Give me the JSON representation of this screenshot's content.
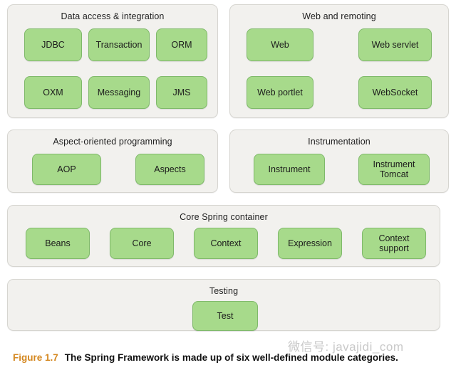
{
  "figure": {
    "caption_label": "Figure 1.7",
    "caption_text": "The Spring Framework is made up of six well-defined module categories.",
    "watermark": "微信号: javajidi_com",
    "colors": {
      "panel_background": "#f2f1ee",
      "panel_border": "#d6d5d0",
      "module_background": "#a7da8b",
      "module_border": "#7fb96a",
      "caption_label": "#d4871f",
      "caption_text": "#111111",
      "watermark": "#c9c9c9",
      "page_background": "#ffffff"
    }
  },
  "panels": [
    {
      "id": "data-access",
      "title": "Data access & integration",
      "modules": [
        {
          "label": "JDBC"
        },
        {
          "label": "Transaction"
        },
        {
          "label": "ORM"
        },
        {
          "label": "OXM"
        },
        {
          "label": "Messaging"
        },
        {
          "label": "JMS"
        }
      ]
    },
    {
      "id": "web-remoting",
      "title": "Web and remoting",
      "modules": [
        {
          "label": "Web"
        },
        {
          "label": "Web servlet"
        },
        {
          "label": "Web portlet"
        },
        {
          "label": "WebSocket"
        }
      ]
    },
    {
      "id": "aop",
      "title": "Aspect-oriented programming",
      "modules": [
        {
          "label": "AOP"
        },
        {
          "label": "Aspects"
        }
      ]
    },
    {
      "id": "instrumentation",
      "title": "Instrumentation",
      "modules": [
        {
          "label": "Instrument"
        },
        {
          "label": "Instrument\nTomcat"
        }
      ]
    },
    {
      "id": "core",
      "title": "Core Spring container",
      "modules": [
        {
          "label": "Beans"
        },
        {
          "label": "Core"
        },
        {
          "label": "Context"
        },
        {
          "label": "Expression"
        },
        {
          "label": "Context\nsupport"
        }
      ]
    },
    {
      "id": "testing",
      "title": "Testing",
      "modules": [
        {
          "label": "Test"
        }
      ]
    }
  ]
}
